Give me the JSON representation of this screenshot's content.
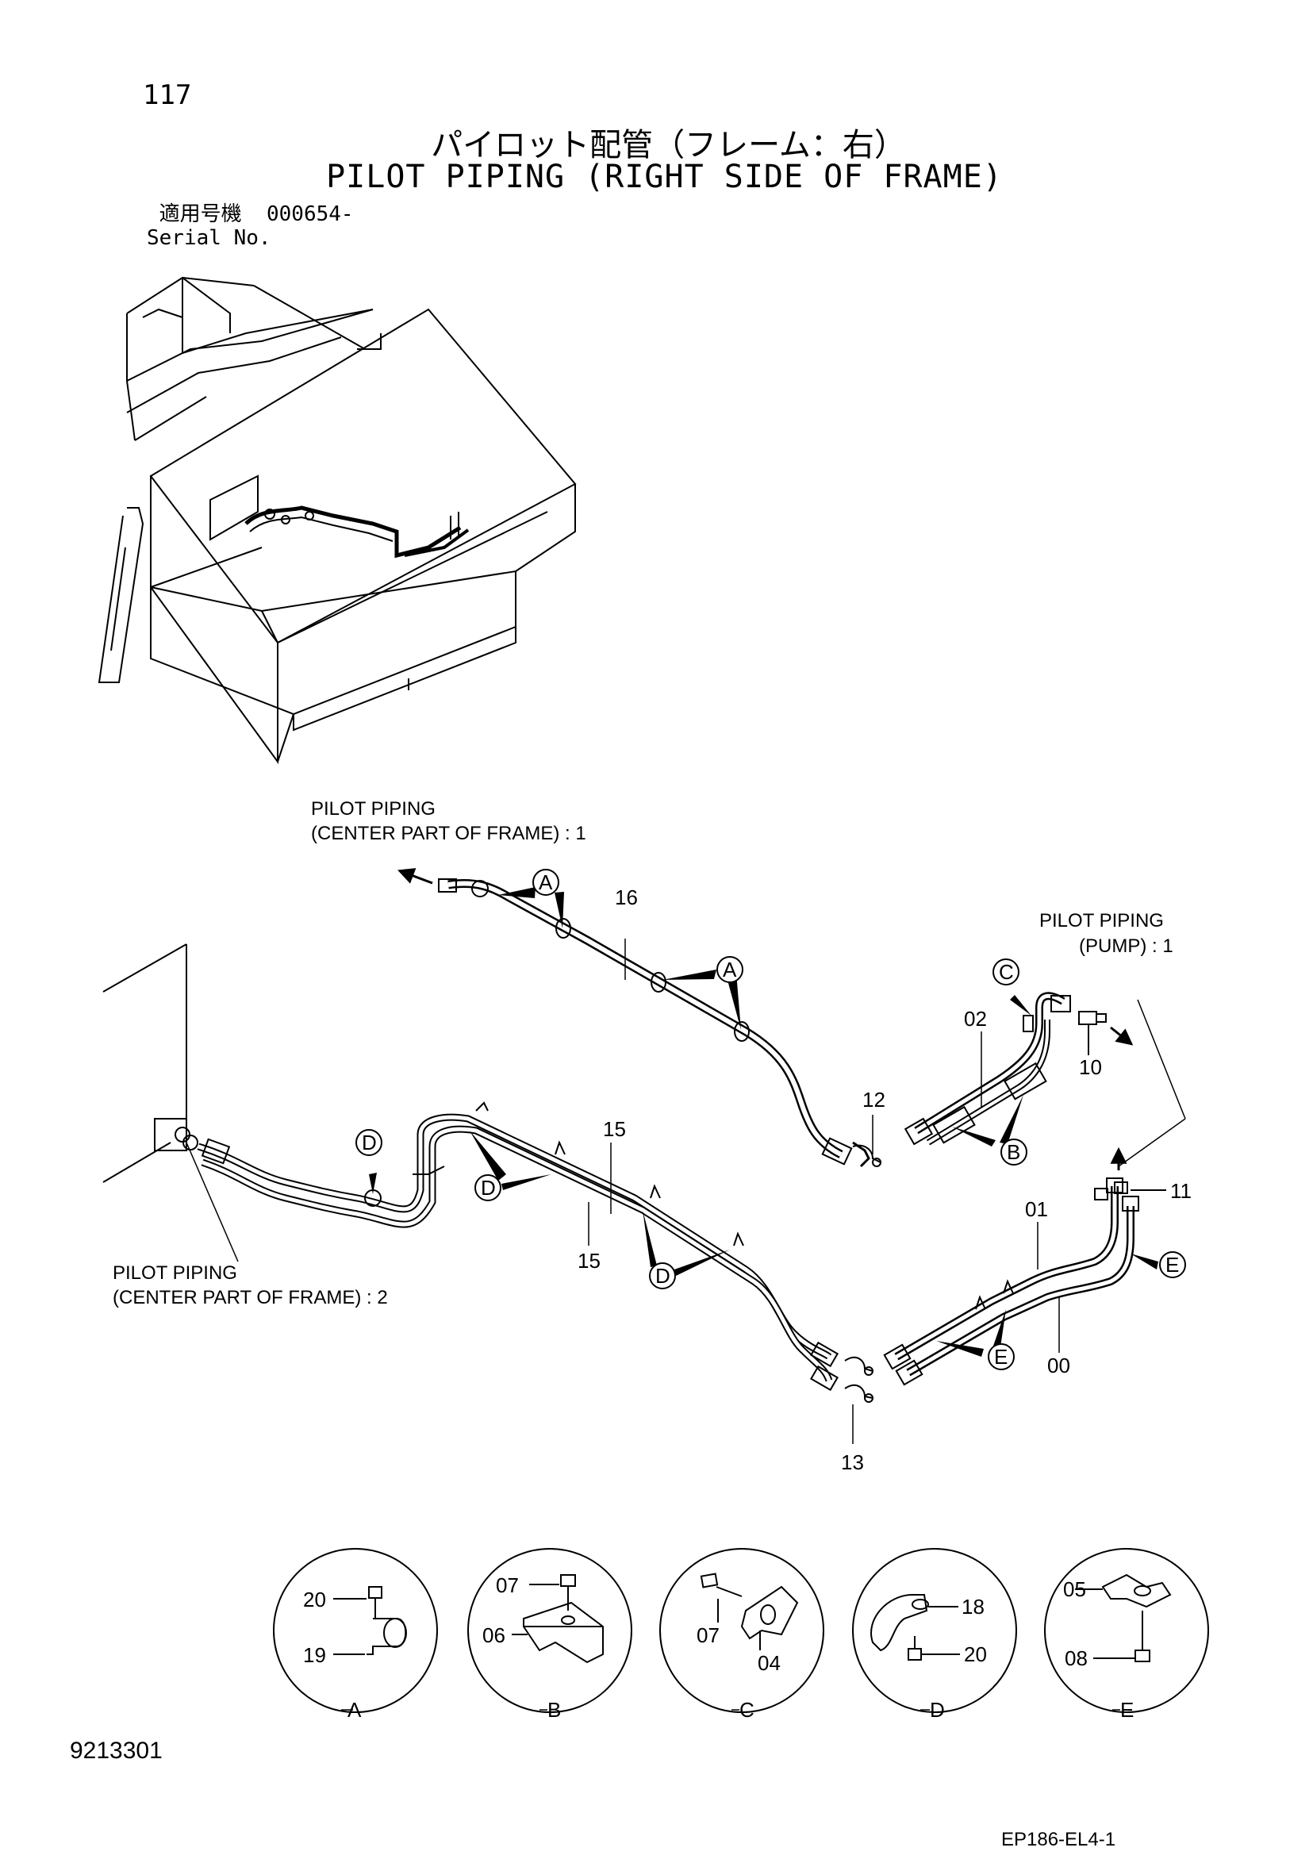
{
  "header": {
    "page_number": "117",
    "title_jp": "パイロット配管（フレーム：右）",
    "title_en": "PILOT PIPING (RIGHT SIDE OF FRAME)",
    "serial_label_jp": "適用号機",
    "serial_value": "000654-",
    "serial_label_en": "Serial No."
  },
  "callouts": {
    "center_part_1_line1": "PILOT PIPING",
    "center_part_1_line2": "(CENTER PART OF FRAME) : 1",
    "pump_line1": "PILOT PIPING",
    "pump_line2": "(PUMP) : 1",
    "center_part_2_line1": "PILOT PIPING",
    "center_part_2_line2": "(CENTER PART OF FRAME) : 2"
  },
  "part_numbers": {
    "p00": "00",
    "p01": "01",
    "p02": "02",
    "p10": "10",
    "p11": "11",
    "p12": "12",
    "p13": "13",
    "p15a": "15",
    "p15b": "15",
    "p16": "16"
  },
  "detail_markers": {
    "A": "A",
    "B": "B",
    "C": "C",
    "D": "D",
    "E": "E"
  },
  "details": [
    {
      "letter": "A",
      "parts": [
        "20",
        "19"
      ]
    },
    {
      "letter": "B",
      "parts": [
        "07",
        "06"
      ]
    },
    {
      "letter": "C",
      "parts": [
        "07",
        "04"
      ]
    },
    {
      "letter": "D",
      "parts": [
        "18",
        "20"
      ]
    },
    {
      "letter": "E",
      "parts": [
        "05",
        "08"
      ]
    }
  ],
  "footer": {
    "doc_id": "9213301",
    "drawing_code": "EP186-EL4-1"
  }
}
